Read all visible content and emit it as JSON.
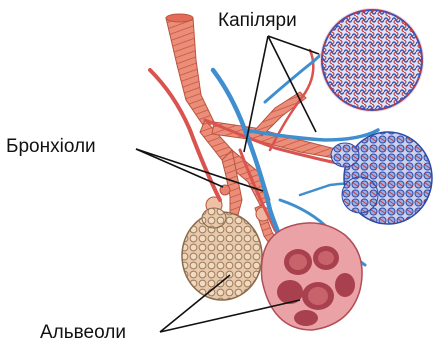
{
  "labels": {
    "capillaries": "Капіляри",
    "bronchioles": "Бронхіоли",
    "alveoli": "Альвеоли"
  },
  "colors": {
    "airway": "#e8826e",
    "airway_ring": "#c9543f",
    "vein_blue": "#3f8fd0",
    "artery_red": "#d9534f",
    "alveolus_pink": "#e8a0a4",
    "alveolus_dark": "#a8404e",
    "alveolus_beige": "#e7c6a6",
    "pointer": "#111111"
  }
}
